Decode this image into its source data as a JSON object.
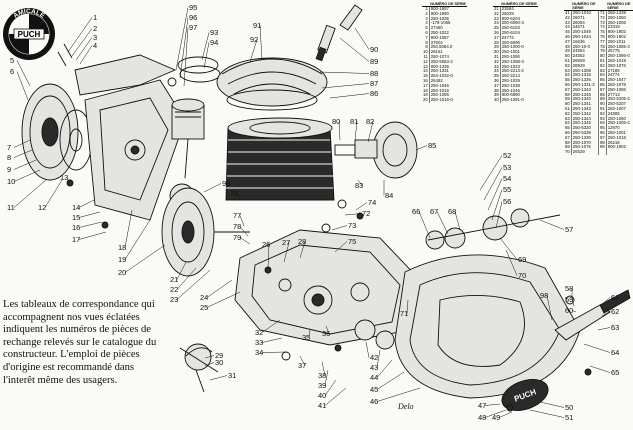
{
  "logo": {
    "top_text": "AMICALE",
    "center_text": "PUCH"
  },
  "caption": "Les tableaux de correspondance qui accompagnent nos vues éclatées indiquent les numéros de pièces de rechange relevés sur le catalogue du constructeur. L'emploi de pièces d'origine est recommandé dans l'interêt même des usagers.",
  "signature": "Delo",
  "badge_text": "PUCH",
  "callouts": [
    "1",
    "2",
    "3",
    "4",
    "5",
    "6",
    "7",
    "8",
    "9",
    "10",
    "11",
    "12",
    "13",
    "14",
    "15",
    "16",
    "17",
    "18",
    "19",
    "20",
    "21",
    "22",
    "23",
    "24",
    "25",
    "26",
    "27",
    "28",
    "29",
    "30",
    "31",
    "32",
    "33",
    "34",
    "35",
    "36",
    "37",
    "38",
    "39",
    "40",
    "41",
    "42",
    "43",
    "44",
    "45",
    "46",
    "47",
    "48",
    "49",
    "50",
    "51",
    "52",
    "53",
    "54",
    "55",
    "56",
    "57",
    "58",
    "59",
    "60",
    "61",
    "62",
    "63",
    "64",
    "65",
    "66",
    "67",
    "68",
    "69",
    "70",
    "71",
    "72",
    "73",
    "74",
    "75",
    "76",
    "77",
    "78",
    "79",
    "80",
    "81",
    "82",
    "83",
    "84",
    "85",
    "86",
    "87",
    "88",
    "89",
    "90",
    "91",
    "92",
    "93",
    "94",
    "95",
    "96",
    "97",
    "98",
    "99"
  ],
  "parts_tables": [
    {
      "headers": [
        "",
        "NUMÉRO DE SÉRIE"
      ],
      "rows": [
        [
          "1",
          "900-1657"
        ],
        [
          "2",
          "900-1990"
        ],
        [
          "3",
          "250-1035"
        ],
        [
          "4",
          "-178-1065"
        ],
        [
          "5",
          "27460"
        ],
        [
          "6",
          "250-1022"
        ],
        [
          "7",
          "900-1087"
        ],
        [
          "8",
          "27502"
        ],
        [
          "9",
          "250.5084.0"
        ],
        [
          "10",
          "28161"
        ],
        [
          "11",
          "250-1074"
        ],
        [
          "12",
          "250-5083-2"
        ],
        [
          "13",
          "900-1335"
        ],
        [
          "14",
          "250-1331"
        ],
        [
          "15",
          "254-1032-0"
        ],
        [
          "16",
          "26482"
        ],
        [
          "17",
          "250-1046"
        ],
        [
          "18",
          "250-1016"
        ],
        [
          "19",
          "250-1056"
        ],
        [
          "20",
          "250-1016-0"
        ]
      ]
    },
    {
      "headers": [
        "",
        "NUMÉRO DE SÉRIE"
      ],
      "rows": [
        [
          "21",
          "23584"
        ],
        [
          "22",
          "26029"
        ],
        [
          "23",
          "900-6204"
        ],
        [
          "24",
          "250-6090-3"
        ],
        [
          "25",
          "250-6103"
        ],
        [
          "26",
          "250-6104"
        ],
        [
          "27",
          "24774"
        ],
        [
          "28",
          "250-6096"
        ],
        [
          "29",
          "250-1000-0"
        ],
        [
          "30",
          "250-1001"
        ],
        [
          "31",
          "250-1090"
        ],
        [
          "32",
          "250-1098-3"
        ],
        [
          "33",
          "250-1023"
        ],
        [
          "34",
          "250-2213-2"
        ],
        [
          "35",
          "250-2214"
        ],
        [
          "36",
          "250-1029"
        ],
        [
          "37",
          "250-1038"
        ],
        [
          "38",
          "250-1046"
        ],
        [
          "39",
          "900-6890"
        ],
        [
          "40",
          "250-1091-0"
        ]
      ]
    },
    {
      "headers": [
        "",
        "NUMÉRO DE SÉRIE",
        "",
        "NUMÉRO DE SÉRIE"
      ],
      "rows": [
        [
          "41",
          "250-1010",
          "71",
          "250-1339"
        ],
        [
          "42",
          "26071",
          "72",
          "250-1050"
        ],
        [
          "43",
          "26054",
          "73",
          "250-1006"
        ],
        [
          "44",
          "24671",
          "74",
          "23319"
        ],
        [
          "45",
          "250-1049",
          "75",
          "900-1902"
        ],
        [
          "46",
          "250-1024",
          "76",
          "900-1902"
        ],
        [
          "47",
          "16636",
          "77",
          "250-1011"
        ],
        [
          "48",
          "250-10-0",
          "78",
          "250-1085-3"
        ],
        [
          "49",
          "24554",
          "79",
          "26775"
        ],
        [
          "50",
          "24552",
          "80",
          "250-1086-0"
        ],
        [
          "51",
          "26929",
          "81",
          "250-1019"
        ],
        [
          "52",
          "28929",
          "82",
          "250-1076"
        ],
        [
          "53",
          "250-1308",
          "83",
          "27189"
        ],
        [
          "54",
          "250-1316",
          "84",
          "24774"
        ],
        [
          "55",
          "250-1336",
          "85",
          "250-1047"
        ],
        [
          "56",
          "250-1331-2",
          "86",
          "250-1078"
        ],
        [
          "57",
          "250-1343",
          "87",
          "250-1086"
        ],
        [
          "58",
          "250-1345",
          "88",
          "27713"
        ],
        [
          "59",
          "250-1340",
          "89",
          "250-5205-2"
        ],
        [
          "60",
          "250-1341",
          "90",
          "250-5207"
        ],
        [
          "61",
          "250-1343",
          "91",
          "250-1007"
        ],
        [
          "62",
          "250-1342",
          "92",
          "24806"
        ],
        [
          "63",
          "250-1344",
          "93",
          "250-1060"
        ],
        [
          "64",
          "250-1345",
          "94",
          "250-1006-2"
        ],
        [
          "65",
          "250-5320",
          "95",
          "12970"
        ],
        [
          "66",
          "250-5339",
          "96",
          "250-1001"
        ],
        [
          "67",
          "250-1330",
          "97",
          "250-1018"
        ],
        [
          "68",
          "250-1070",
          "98",
          "26218"
        ],
        [
          "69",
          "250-1076",
          "99",
          "900-1902"
        ],
        [
          "70",
          "26529",
          "",
          ""
        ]
      ]
    }
  ]
}
